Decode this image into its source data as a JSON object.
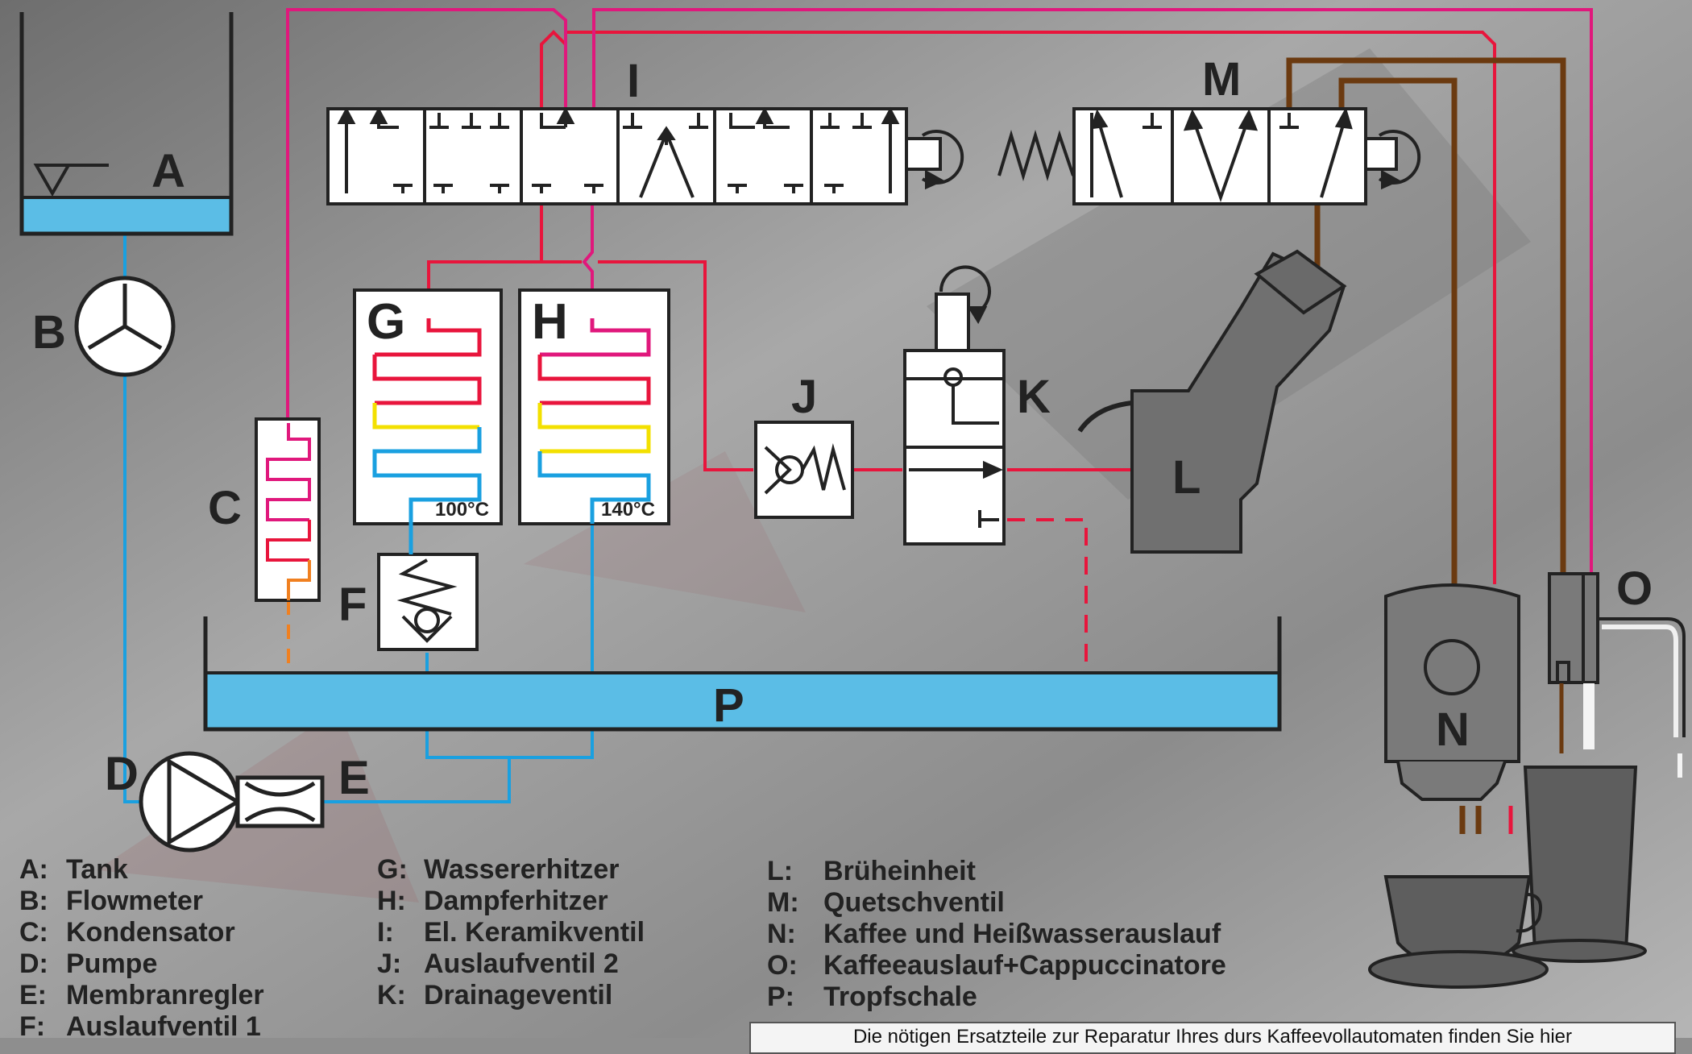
{
  "component_labels": {
    "A": "A",
    "B": "B",
    "C": "C",
    "D": "D",
    "E": "E",
    "F": "F",
    "G": "G",
    "H": "H",
    "I": "I",
    "J": "J",
    "K": "K",
    "L": "L",
    "M": "M",
    "N": "N",
    "O": "O",
    "P": "P"
  },
  "temperatures": {
    "water_heater": "100°C",
    "steam_heater": "140°C"
  },
  "legend": [
    {
      "key": "A:",
      "label": "Tank"
    },
    {
      "key": "B:",
      "label": "Flowmeter"
    },
    {
      "key": "C:",
      "label": "Kondensator"
    },
    {
      "key": "D:",
      "label": "Pumpe"
    },
    {
      "key": "E:",
      "label": "Membranregler"
    },
    {
      "key": "F:",
      "label": "Auslaufventil 1"
    },
    {
      "key": "G:",
      "label": "Wassererhitzer"
    },
    {
      "key": "H:",
      "label": "Dampferhitzer"
    },
    {
      "key": "I:",
      "label": "El. Keramikventil"
    },
    {
      "key": "J:",
      "label": "Auslaufventil 2"
    },
    {
      "key": "K:",
      "label": "Drainageventil"
    },
    {
      "key": "L:",
      "label": "Brüheinheit"
    },
    {
      "key": "M:",
      "label": "Quetschventil"
    },
    {
      "key": "N:",
      "label": "Kaffee und Heißwasserauslauf"
    },
    {
      "key": "O:",
      "label": "Kaffeeauslauf+Cappuccinatore"
    },
    {
      "key": "P:",
      "label": "Tropfschale"
    }
  ],
  "footer_note": "Die nötigen Ersatzteile zur Reparatur Ihres durs Kaffeevollautomaten finden Sie hier",
  "colors": {
    "water_cold": "#1aa0e0",
    "water_hot": "#e8153c",
    "steam": "#e0187c",
    "coffee": "#6b3a10",
    "warm": "#f3e000",
    "condensate": "#f08020"
  }
}
